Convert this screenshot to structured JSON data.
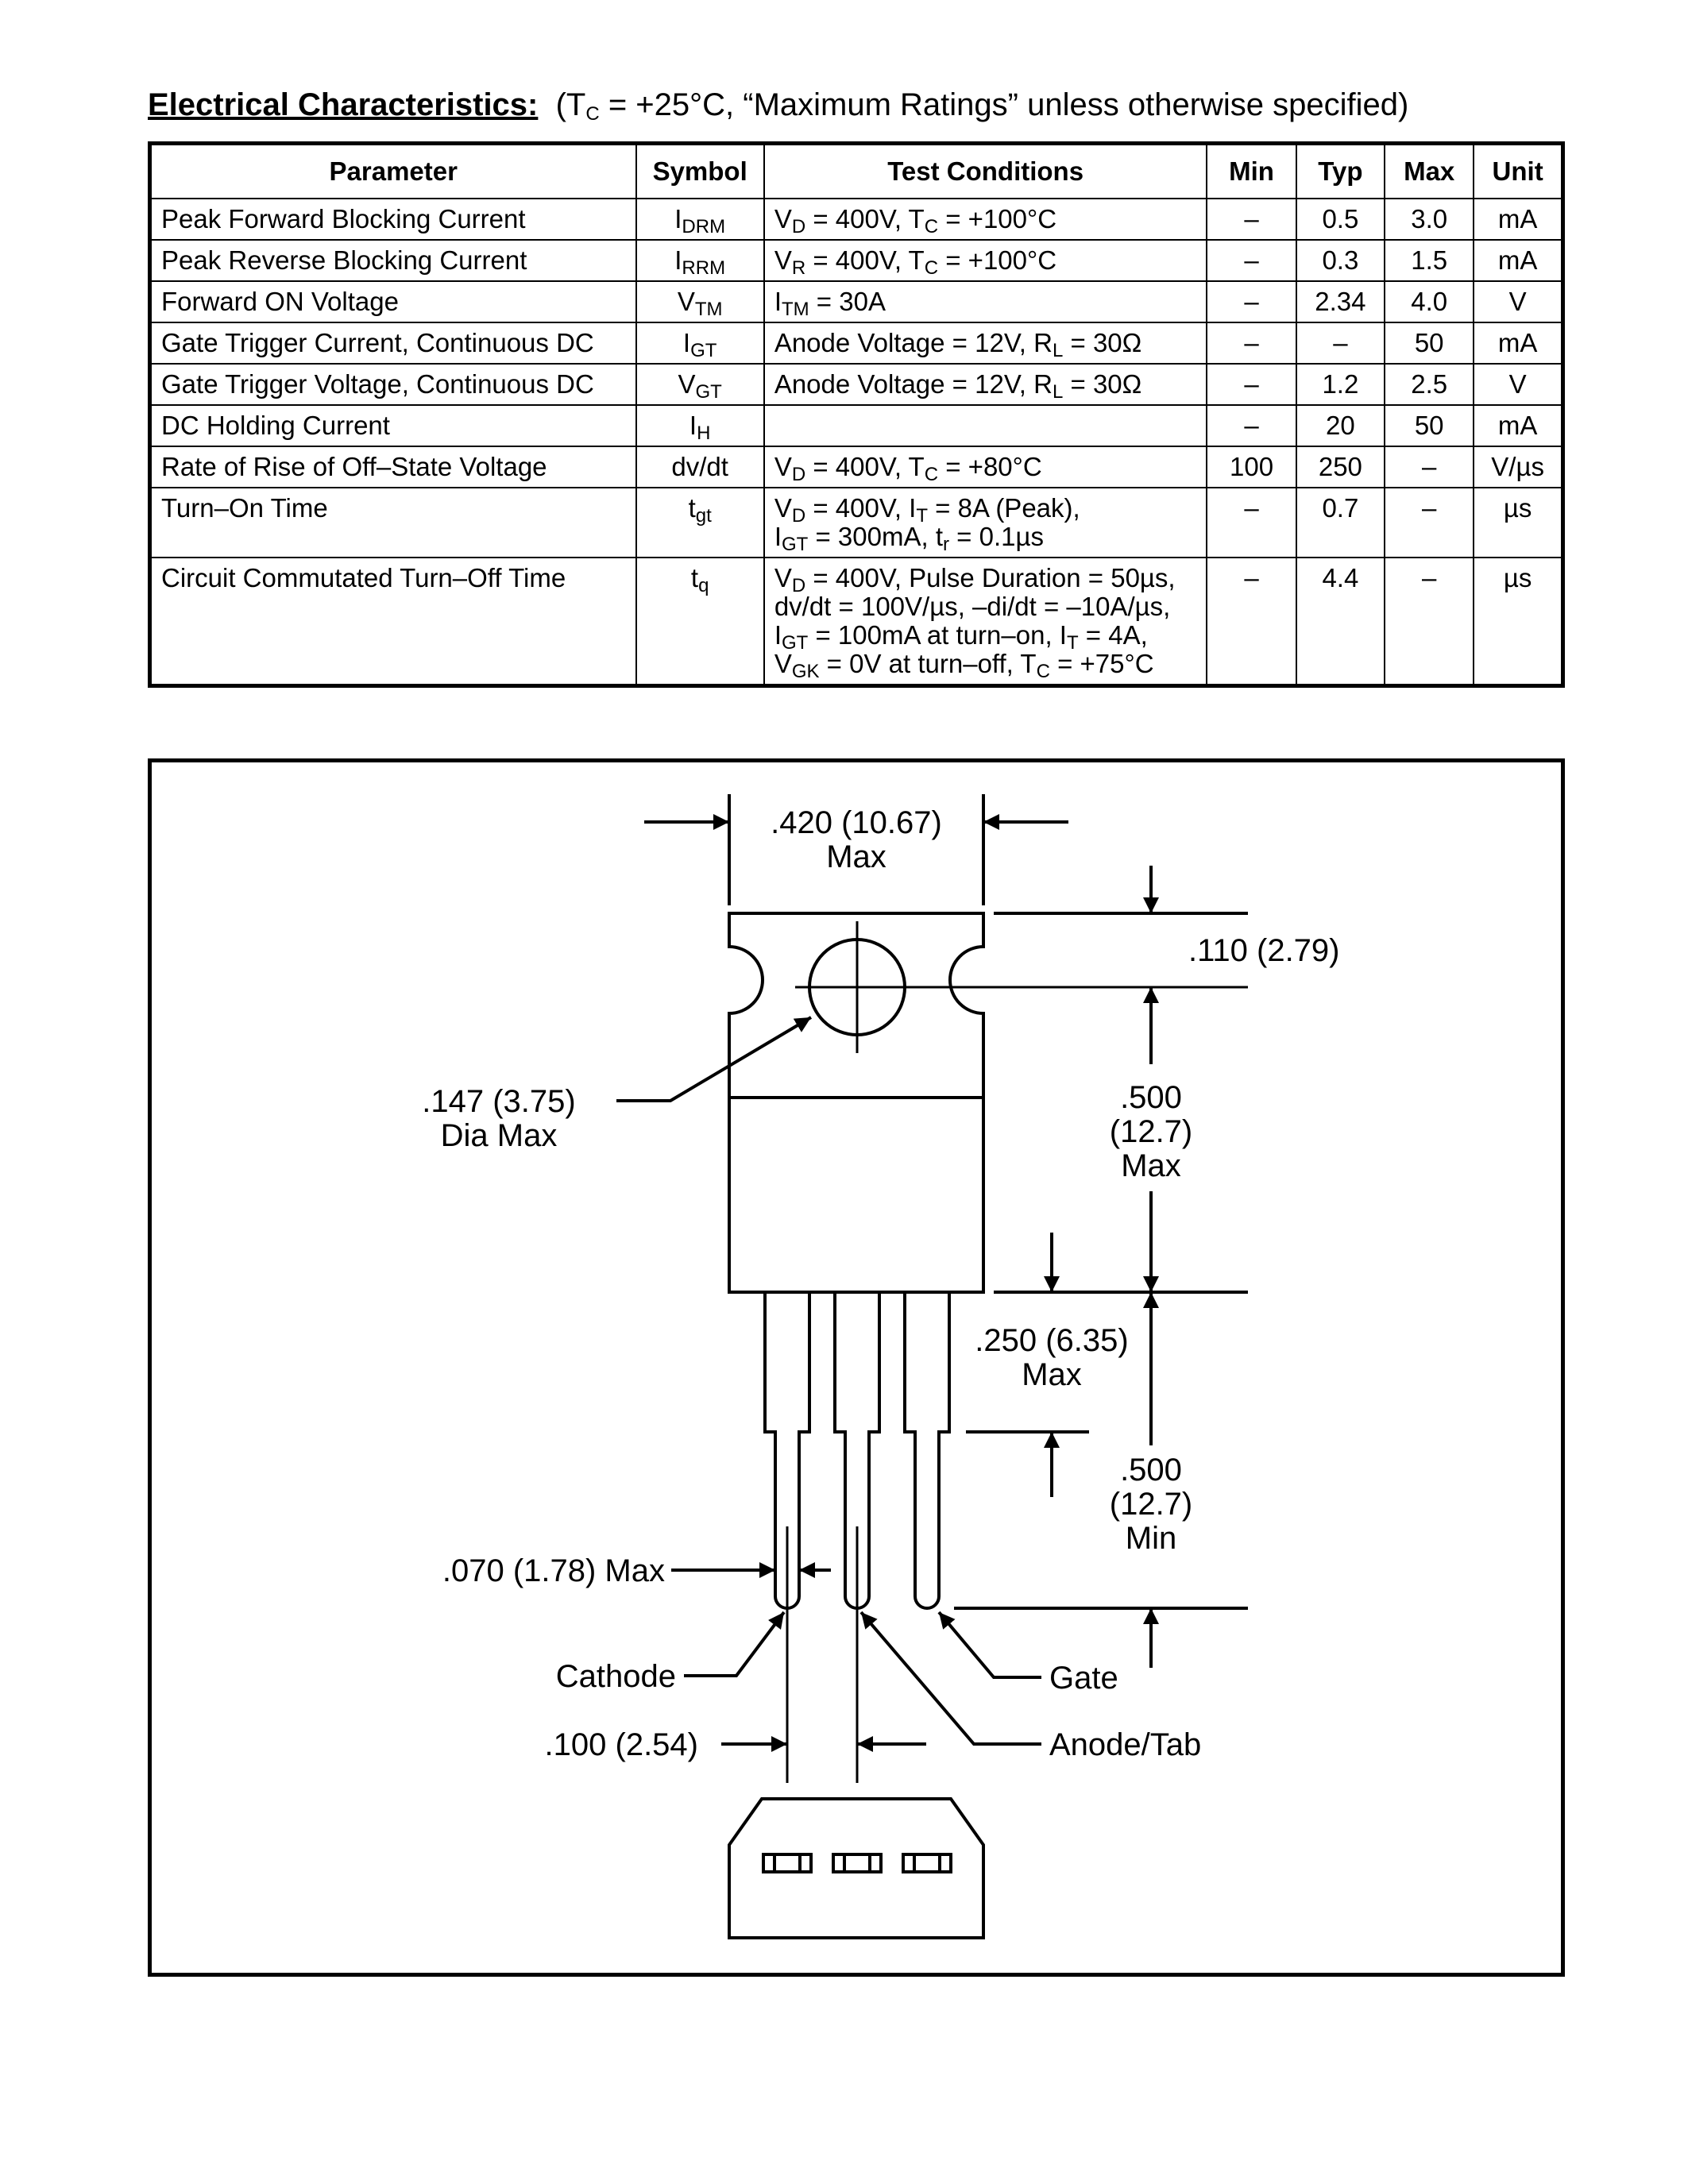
{
  "heading": {
    "bold": "Electrical Characteristics:",
    "open": "(T",
    "sub": "C",
    "rest": " = +25°C, “Maximum  Ratings” unless otherwise specified)"
  },
  "table": {
    "headers": [
      "Parameter",
      "Symbol",
      "Test Conditions",
      "Min",
      "Typ",
      "Max",
      "Unit"
    ],
    "rows": [
      {
        "parameter": "Peak Forward Blocking Current",
        "min": "–",
        "typ": "0.5",
        "max": "3.0",
        "unit": "mA"
      },
      {
        "parameter": "Peak Reverse Blocking Current",
        "min": "–",
        "typ": "0.3",
        "max": "1.5",
        "unit": "mA"
      },
      {
        "parameter": "Forward ON Voltage",
        "min": "–",
        "typ": "2.34",
        "max": "4.0",
        "unit": "V"
      },
      {
        "parameter": "Gate Trigger Current, Continuous DC",
        "min": "–",
        "typ": "–",
        "max": "50",
        "unit": "mA"
      },
      {
        "parameter": "Gate Trigger Voltage, Continuous DC",
        "min": "–",
        "typ": "1.2",
        "max": "2.5",
        "unit": "V"
      },
      {
        "parameter": "DC Holding Current",
        "min": "–",
        "typ": "20",
        "max": "50",
        "unit": "mA"
      },
      {
        "parameter": "Rate of Rise of Off–State Voltage",
        "min": "100",
        "typ": "250",
        "max": "–",
        "unit": "V/µs"
      },
      {
        "parameter": "Turn–On Time",
        "min": "–",
        "typ": "0.7",
        "max": "–",
        "unit": "µs"
      },
      {
        "parameter": "Circuit Commutated Turn–Off Time",
        "min": "–",
        "typ": "4.4",
        "max": "–",
        "unit": "µs"
      }
    ]
  },
  "drawing": {
    "width_top": ".420 (10.67)",
    "width_bottom": "Max",
    "tab_height": ".110 (2.79)",
    "hole_a": ".147 (3.75)",
    "hole_b": "Dia Max",
    "body_a": ".500",
    "body_b": "(12.7)",
    "body_c": "Max",
    "lead_upper_a": ".250 (6.35)",
    "lead_upper_b": "Max",
    "lead_a": ".500",
    "lead_b": "(12.7)",
    "lead_c": "Min",
    "lead_width": ".070 (1.78) Max",
    "cathode": "Cathode",
    "gate": "Gate",
    "pitch": ".100 (2.54)",
    "anode": "Anode/Tab"
  }
}
